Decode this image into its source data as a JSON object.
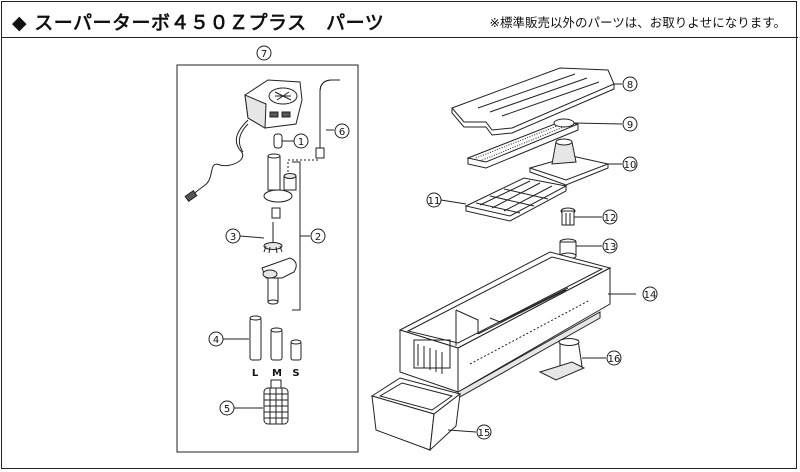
{
  "header": {
    "title": "◆ スーパーターボ４５０Ｚプラス　パーツ",
    "note": "※標準販売以外のパーツは、お取りよせになります。"
  },
  "callouts": {
    "n1": "1",
    "n2": "2",
    "n3": "3",
    "n4": "4",
    "n5": "5",
    "n6": "6",
    "n7": "7",
    "n8": "8",
    "n9": "9",
    "n10": "10",
    "n11": "11",
    "n12": "12",
    "n13": "13",
    "n14": "14",
    "n15": "15",
    "n16": "16"
  },
  "sizes": {
    "large": "L",
    "medium": "M",
    "small": "S"
  }
}
